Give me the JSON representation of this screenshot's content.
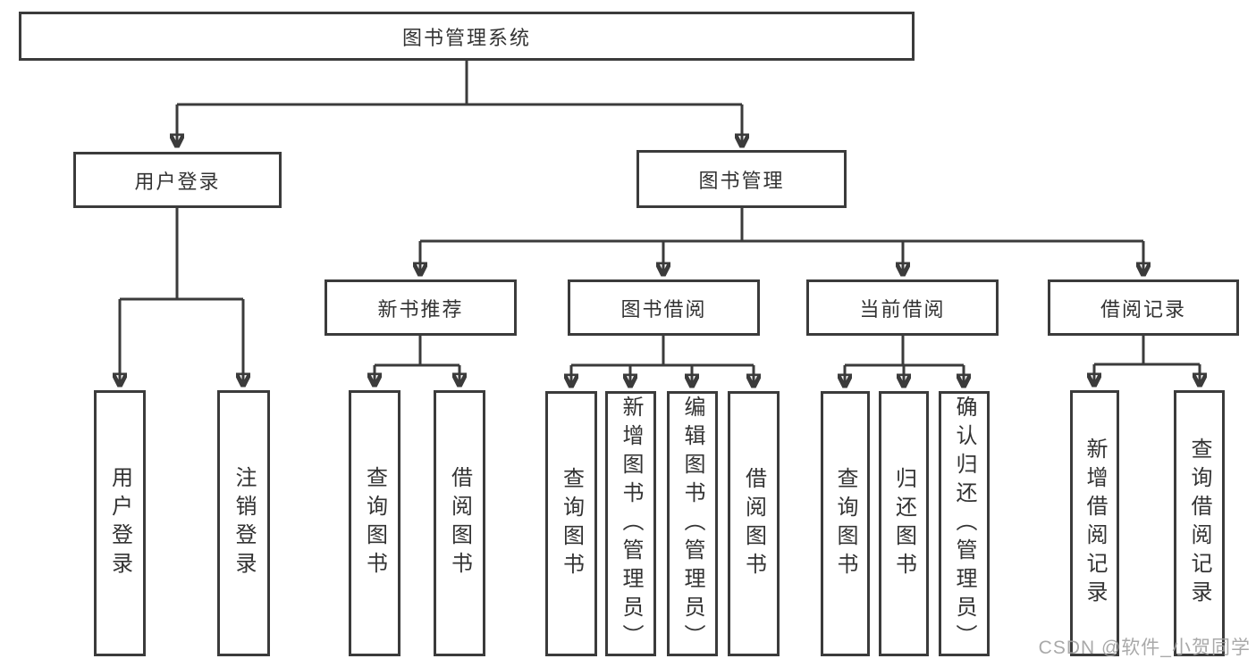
{
  "colors": {
    "line": "#3b3b3b",
    "text": "#333333",
    "background": "#ffffff",
    "watermark": "#a0a0a0"
  },
  "tree": {
    "root": {
      "label": "图书管理系统",
      "children": [
        {
          "label": "用户登录",
          "children": [
            {
              "label": "用户登录"
            },
            {
              "label": "注销登录"
            }
          ]
        },
        {
          "label": "图书管理",
          "children": [
            {
              "label": "新书推荐",
              "children": [
                {
                  "label": "查询图书"
                },
                {
                  "label": "借阅图书"
                }
              ]
            },
            {
              "label": "图书借阅",
              "children": [
                {
                  "label": "查询图书"
                },
                {
                  "label": "新增图书（管理员）"
                },
                {
                  "label": "编辑图书（管理员）"
                },
                {
                  "label": "借阅图书"
                }
              ]
            },
            {
              "label": "当前借阅",
              "children": [
                {
                  "label": "查询图书"
                },
                {
                  "label": "归还图书"
                },
                {
                  "label": "确认归还（管理员）"
                }
              ]
            },
            {
              "label": "借阅记录",
              "children": [
                {
                  "label": "新增借阅记录"
                },
                {
                  "label": "查询借阅记录"
                }
              ]
            }
          ]
        }
      ]
    }
  },
  "watermark": "CSDN @软件_小贺同学"
}
